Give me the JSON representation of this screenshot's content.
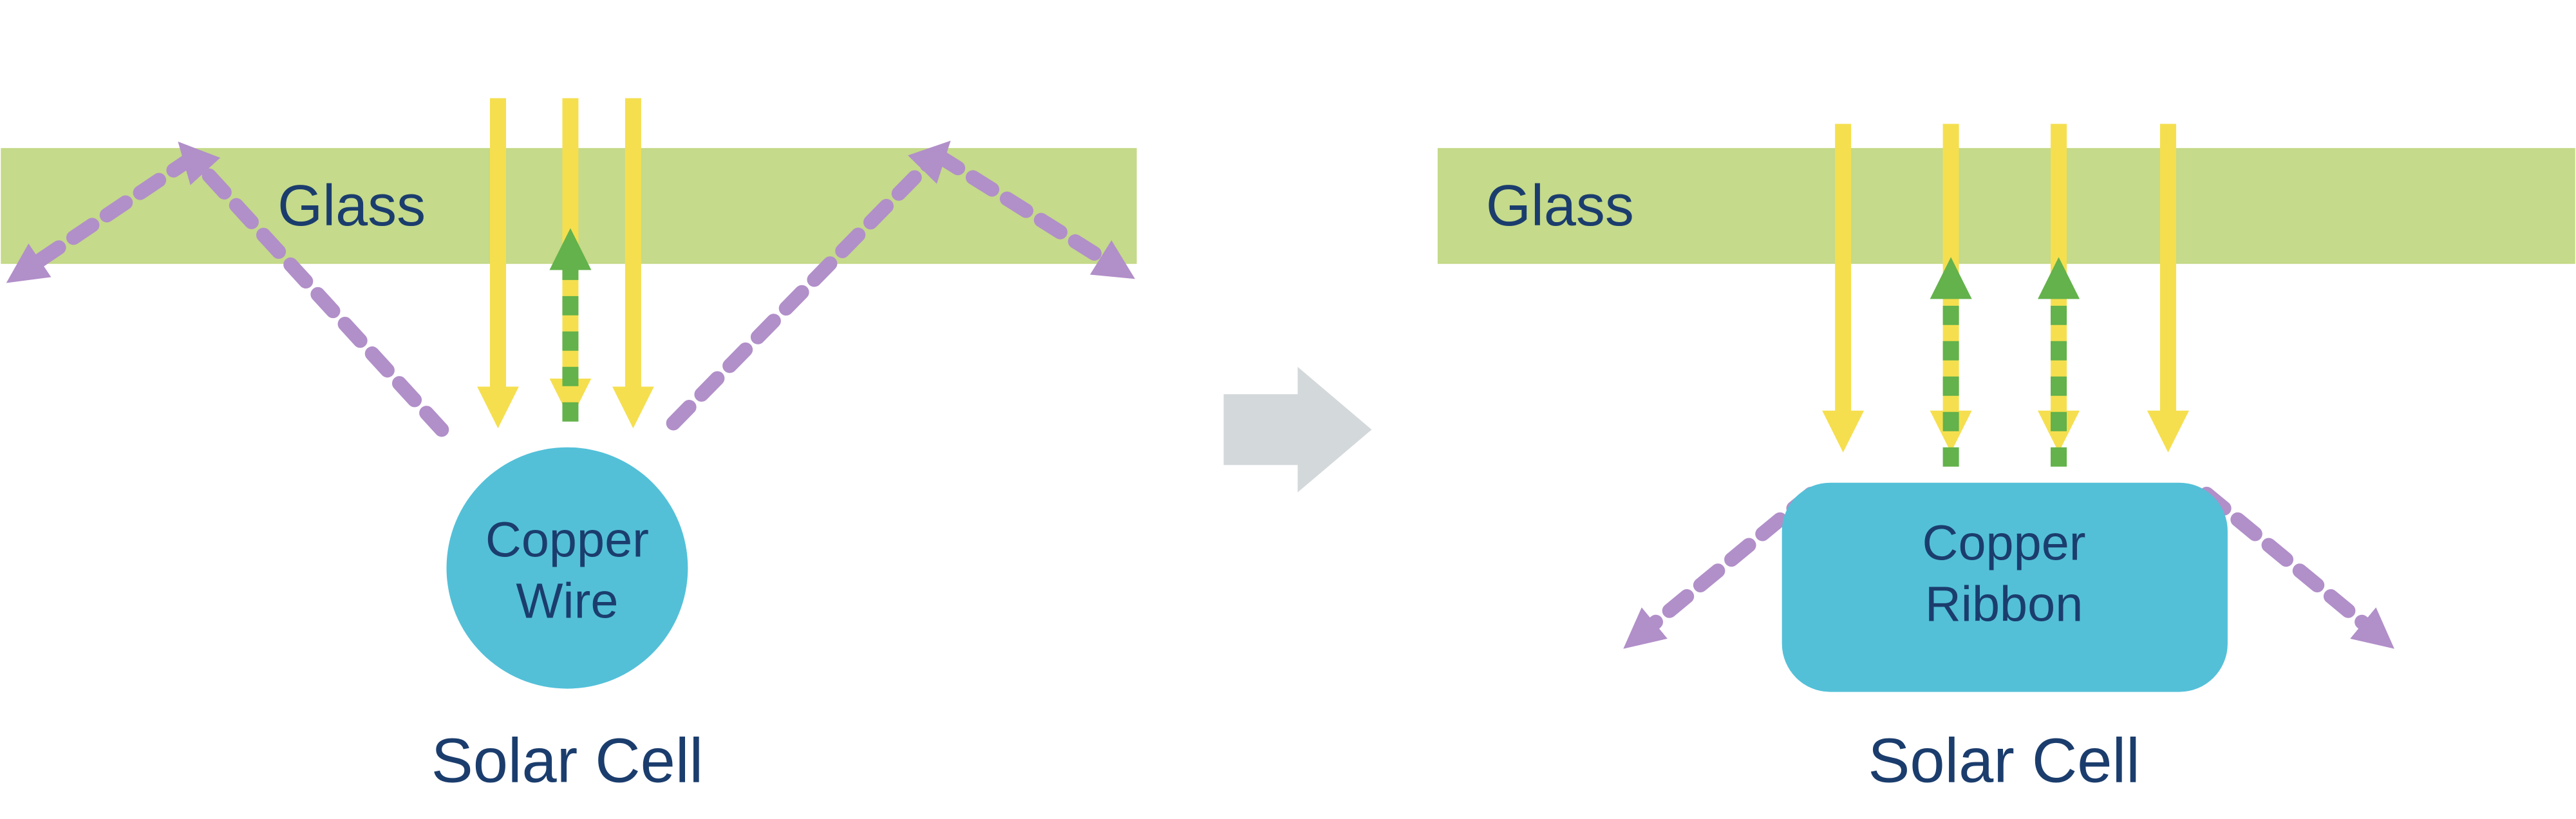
{
  "figure": {
    "panels": [
      {
        "id": "before",
        "glass_label": "Glass",
        "conductor": {
          "line1": "Copper",
          "line2": "Wire",
          "shape": "circle"
        },
        "cell_label": "Solar Cell"
      },
      {
        "id": "after",
        "glass_label": "Glass",
        "conductor": {
          "line1": "Copper",
          "line2": "Ribbon",
          "shape": "rounded-rectangle"
        },
        "cell_label": "Solar Cell"
      }
    ],
    "icons": {
      "incident_light": "solid-down-arrow",
      "reflected_light": "dashed-up-arrow",
      "scattered_light": "dashed-diagonal-arrow",
      "transform": "right-block-arrow"
    },
    "colors": {
      "glass": "#c5da8a",
      "text": "#1b3d6d",
      "incident_light": "#f5df4f",
      "reflected_light": "#63b24b",
      "scattered_light": "#b18fc9",
      "conductor": "#53c0d8",
      "transform_arrow": "#d3d8db"
    }
  }
}
